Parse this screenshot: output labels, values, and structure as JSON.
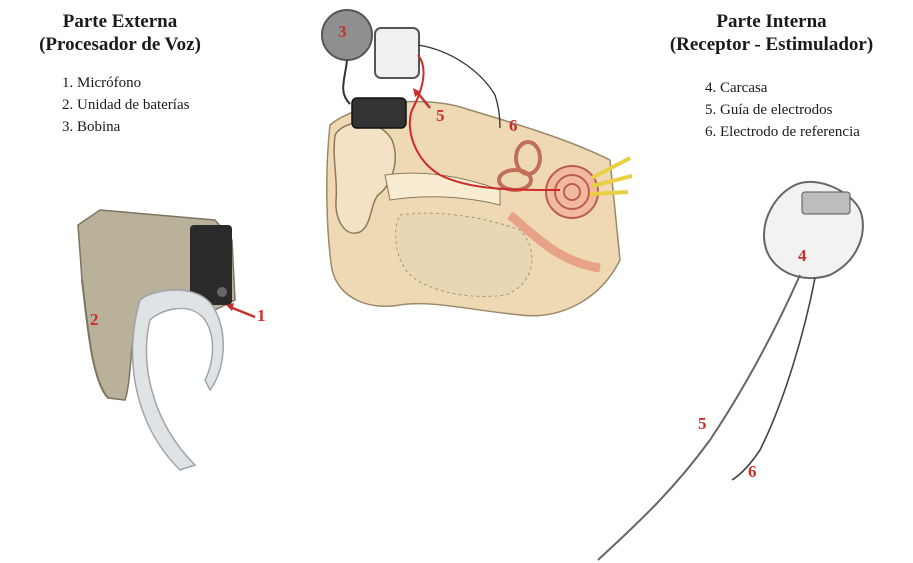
{
  "external": {
    "title_line1": "Parte Externa",
    "title_line2": "(Procesador de Voz)",
    "items": [
      "1. Micrófono",
      "2. Unidad de baterías",
      "3. Bobina"
    ]
  },
  "internal": {
    "title_line1": "Parte Interna",
    "title_line2": "(Receptor - Estimulador)",
    "items": [
      "4. Carcasa",
      "5. Guía de electrodos",
      "6. Electrodo de referencia"
    ]
  },
  "callouts": {
    "n1": "1",
    "n2": "2",
    "n3": "3",
    "n4": "4",
    "n5_ear": "5",
    "n6_ear": "6",
    "n5_device": "5",
    "n6_device": "6"
  },
  "colors": {
    "callout": "#c8302c",
    "skin": "#efd9b4",
    "device": "#b9b19a",
    "cochlea": "#e9a08a"
  }
}
